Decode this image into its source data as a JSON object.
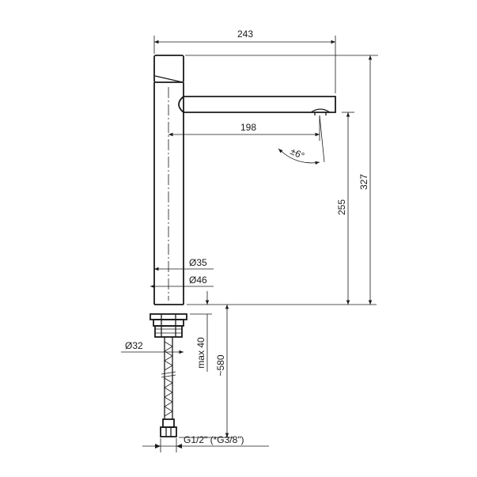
{
  "diagram": {
    "dimensions": {
      "overall_width": "243",
      "spout_reach": "198",
      "overall_height": "327",
      "spout_height": "255",
      "swivel_angle": "±6°",
      "body_diameter": "Ø35",
      "base_diameter": "Ø46",
      "max_deck": "max 40",
      "hose_length": "~580",
      "shank_diameter": "Ø32",
      "connection": "G1/2\" (*G3/8\")"
    }
  }
}
